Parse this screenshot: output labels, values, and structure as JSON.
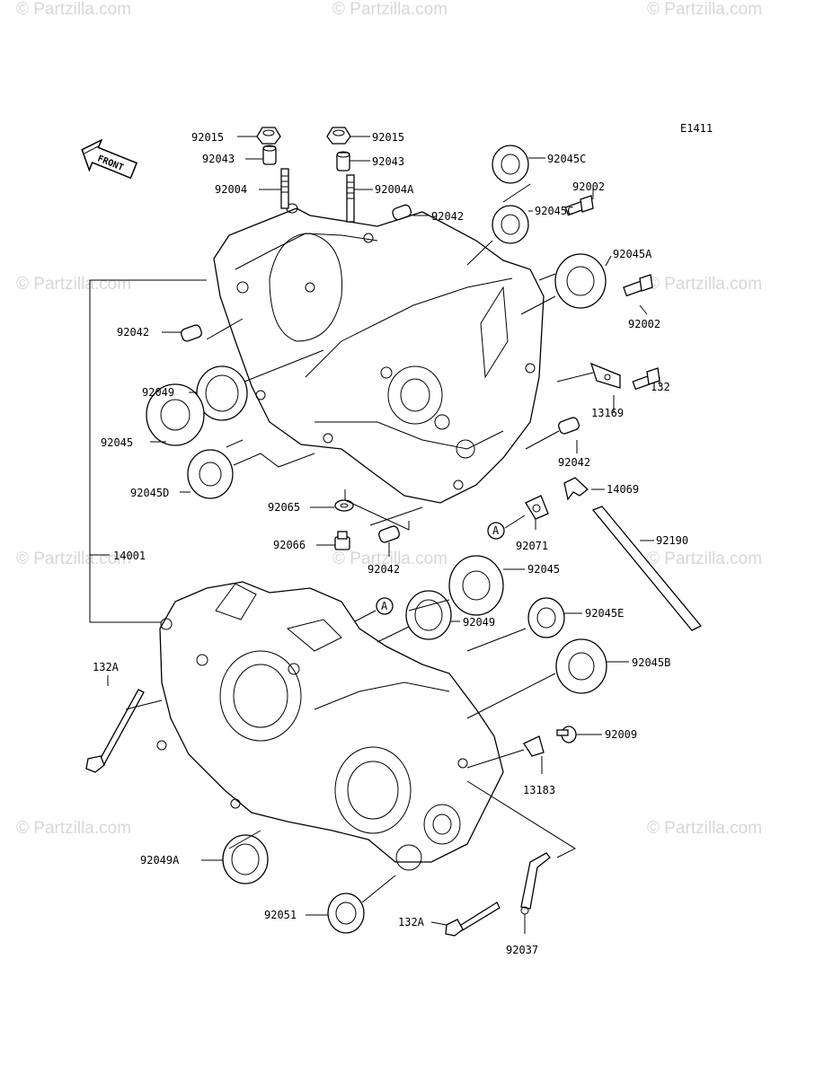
{
  "diagram_code": "E1411",
  "watermark_text": "© Partzilla.com",
  "front_label": "FRONT",
  "callout_letter": "A",
  "labels": {
    "p92015_l": "92015",
    "p92015_r": "92015",
    "p92043_l": "92043",
    "p92043_r": "92043",
    "p92004": "92004",
    "p92004A": "92004A",
    "p92042_top": "92042",
    "p92045C_top": "92045C",
    "p92045C_mid": "92045C",
    "p92002_top": "92002",
    "p92045A": "92045A",
    "p92002_bot": "92002",
    "p92042_left": "92042",
    "p92049": "92049",
    "p92045_left": "92045",
    "p92045D": "92045D",
    "p132": "132",
    "p13169": "13169",
    "p92042_right": "92042",
    "p14069": "14069",
    "p92065": "92065",
    "p92066": "92066",
    "p92071": "92071",
    "p92042_center": "92042",
    "p92190": "92190",
    "p14001": "14001",
    "p92045_center": "92045",
    "p92049_center": "92049",
    "p92045E": "92045E",
    "p132A_left": "132A",
    "p92045B": "92045B",
    "p92009": "92009",
    "p13183": "13183",
    "p92049A": "92049A",
    "p92051": "92051",
    "p132A_bot": "132A",
    "p92037": "92037"
  }
}
